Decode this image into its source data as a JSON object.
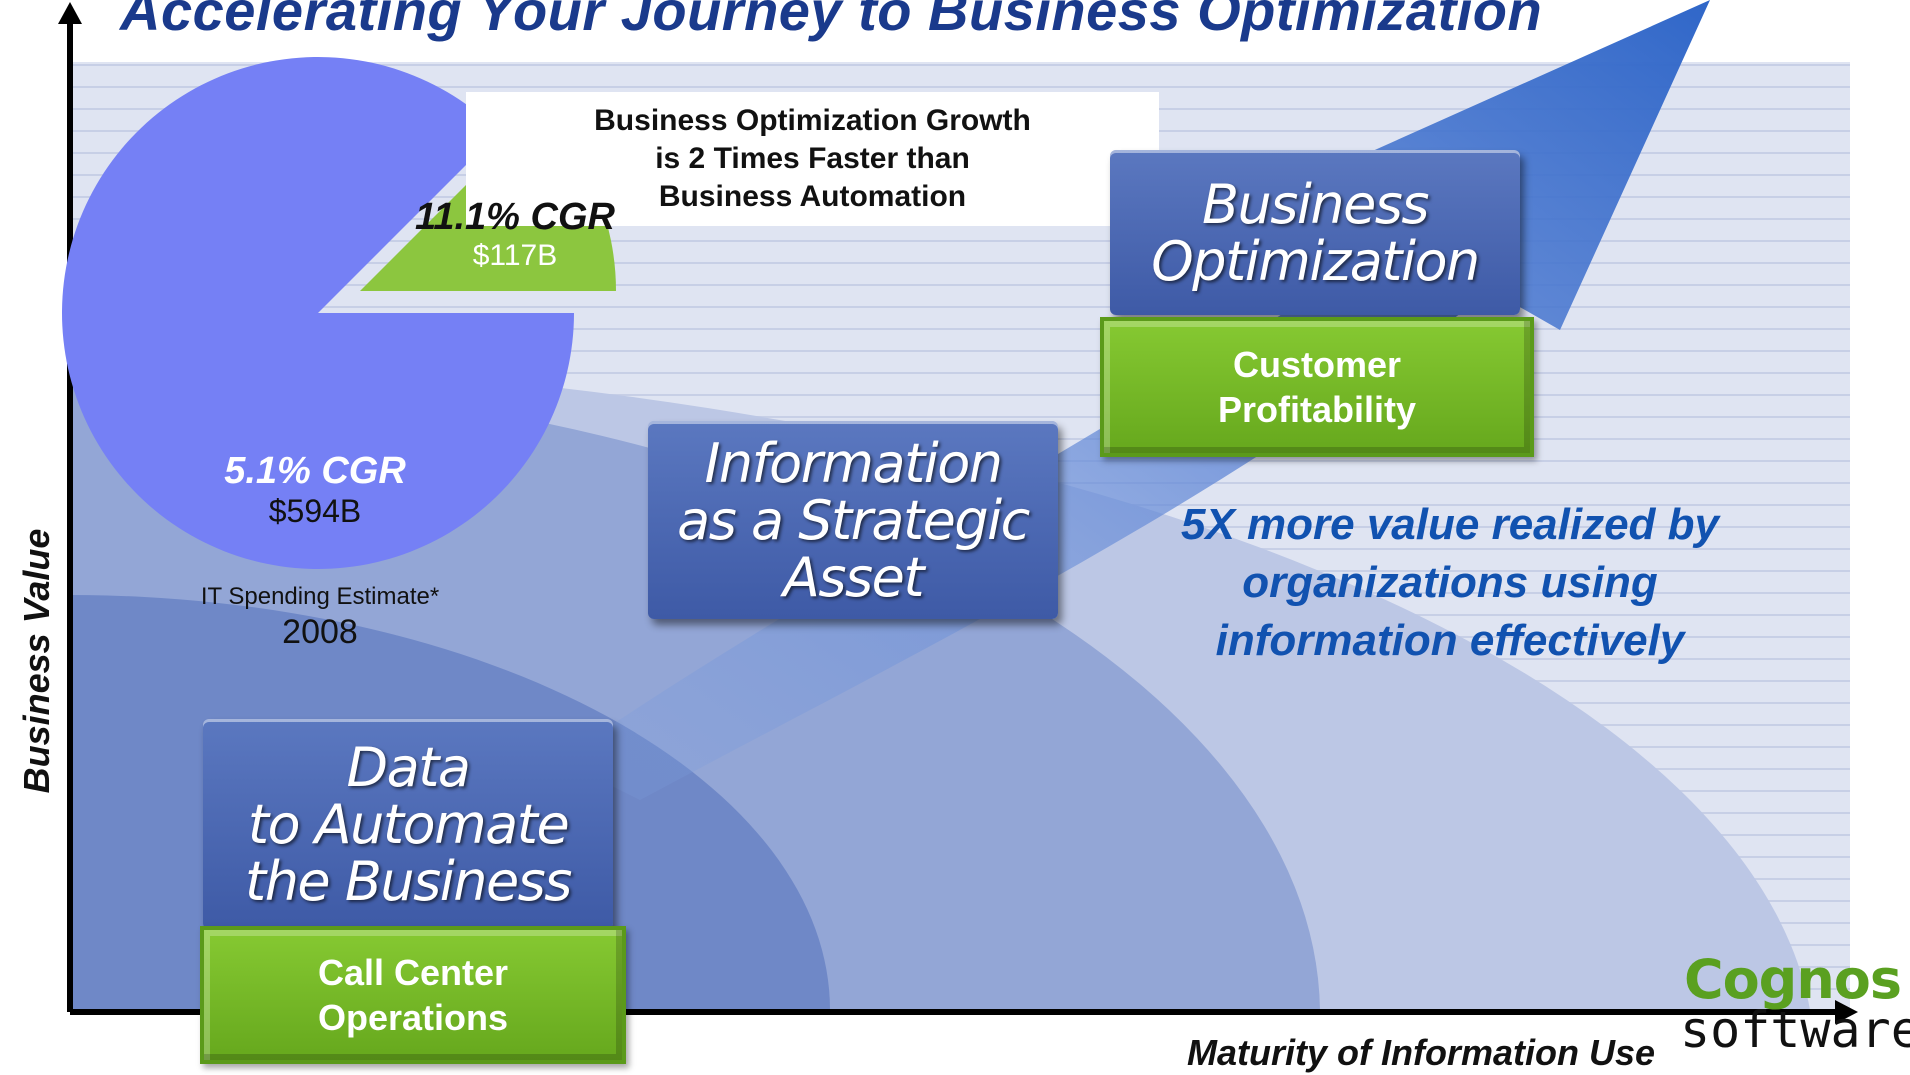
{
  "title": "Accelerating Your Journey to Business Optimization",
  "callout": {
    "line1": "Business Optimization Growth",
    "line2": "is 2 Times Faster than",
    "line3": "Business Automation"
  },
  "pie": {
    "caption": "IT Spending Estimate*",
    "year": "2008",
    "large_slice": {
      "cgr": "5.1% CGR",
      "value": "$594B"
    },
    "small_slice": {
      "cgr": "11.1% CGR",
      "value": "$117B"
    },
    "colors": {
      "large": "#7580f5",
      "small": "#8cc63f"
    }
  },
  "stages": [
    {
      "lines": [
        "Data",
        "to Automate",
        "the Business"
      ],
      "example": [
        "Call Center",
        "Operations"
      ]
    },
    {
      "lines": [
        "Information",
        "as a Strategic",
        "Asset"
      ]
    },
    {
      "lines": [
        "Business",
        "Optimization"
      ],
      "example": [
        "Customer",
        "Profitability"
      ]
    }
  ],
  "note": [
    "5X more value realized by",
    "organizations using",
    "information effectively"
  ],
  "axes": {
    "y_label": "Business Value",
    "x_label": "Maturity of Information Use"
  },
  "logo": {
    "brand": "Cognos",
    "product": "software"
  },
  "colors": {
    "title": "#1a3a8c",
    "stage_box": "#4a66b0",
    "example_box": "#78b82a",
    "note": "#1152b0",
    "arrow": "#3f74c9"
  }
}
